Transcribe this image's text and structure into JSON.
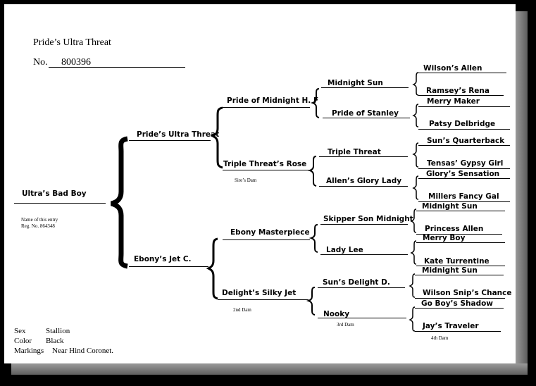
{
  "title": "Pride’s Ultra Threat",
  "reg": {
    "label": "No.",
    "value": "800396"
  },
  "subject": {
    "name": "Ultra’s Bad Boy",
    "note1": "Name of this entry",
    "note2": "Reg. No. 864348"
  },
  "gen1": {
    "sire": "Pride’s Ultra Threat",
    "dam": "Ebony’s Jet C."
  },
  "gen2": {
    "sire_sire": "Pride of Midnight H. F",
    "sire_dam": "Triple Threat’s Rose",
    "sire_dam_note": "Sire’s Dam",
    "dam_sire": "Ebony Masterpiece",
    "dam_dam": "Delight’s Silky Jet",
    "dam_dam_note": "2nd Dam"
  },
  "gen3": [
    "Midnight Sun",
    "Pride of Stanley",
    "Triple Threat",
    "Allen’s Glory Lady",
    "Skipper Son Midnight",
    "Lady Lee",
    "Sun’s Delight D.",
    "Nooky"
  ],
  "gen3_note": "3rd Dam",
  "gen4": [
    "Wilson’s Allen",
    "Ramsey’s Rena",
    "Merry Maker",
    "Patsy Delbridge",
    "Sun’s Quarterback",
    "Tensas’ Gypsy Girl",
    "Glory’s Sensation",
    "Millers Fancy Gal",
    "Midnight Sun",
    "Princess Allen",
    "Merry Boy",
    "Kate Turrentine",
    "Midnight Sun",
    "Wilson Snip’s Chance",
    "Go Boy’s Shadow",
    "Jay’s Traveler"
  ],
  "gen4_note": "4th Dam",
  "details": {
    "sex_label": "Sex",
    "sex": "Stallion",
    "color_label": "Color",
    "color": "Black",
    "markings_label": "Markings",
    "markings": "Near Hind Coronet."
  }
}
